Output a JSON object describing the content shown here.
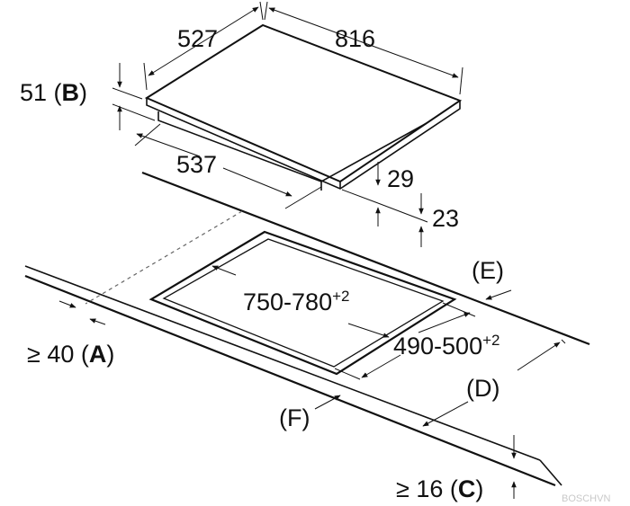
{
  "labels": {
    "width": "527",
    "depth": "816",
    "glass_height": "51 (",
    "glass_height_letter": "B",
    "close_paren_b": ")",
    "frame_depth": "537",
    "body_height": "29",
    "total_height": "23",
    "cutout_width": "750-780",
    "cutout_width_tol": "+2",
    "cutout_depth": "490-500",
    "cutout_depth_tol": "+2",
    "label_e": "(E)",
    "label_a_prefix": "≥ 40 (",
    "label_a_letter": "A",
    "label_a_suffix": ")",
    "label_d": "(D)",
    "label_f": "(F)",
    "label_c_prefix": "≥ 16 (",
    "label_c_letter": "C",
    "label_c_suffix": ")"
  },
  "watermark": "BOSCHVN",
  "colors": {
    "line": "#111111",
    "dashed": "#666666",
    "watermark": "#c9c9c9"
  }
}
